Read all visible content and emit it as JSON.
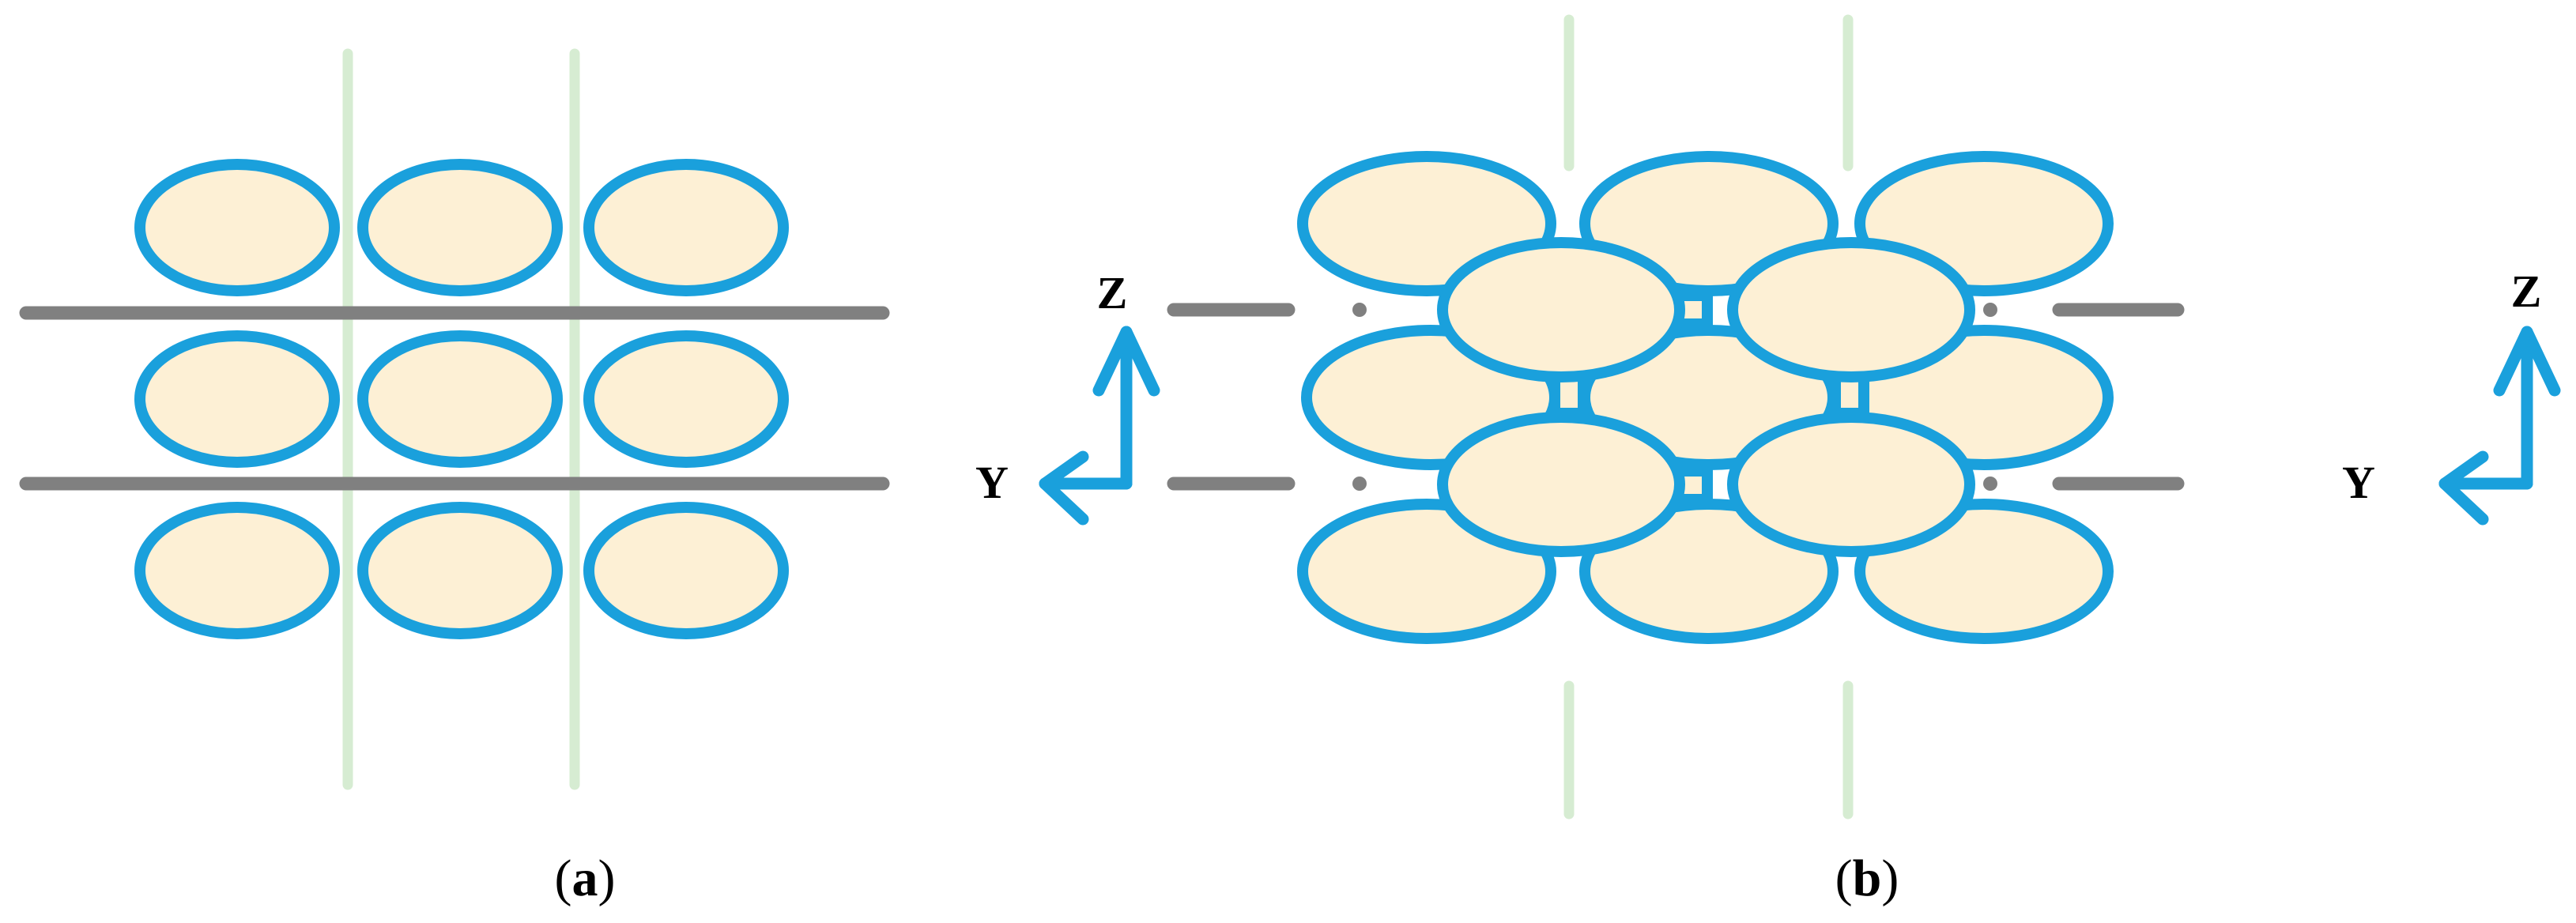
{
  "colors": {
    "fiber_fill": "#fdf0d5",
    "fiber_stroke": "#1aa0dc",
    "weft_yarn": "#808080",
    "warp_yarn": "#d6ecd2",
    "axis_arrow": "#1aa0dc"
  },
  "panels": [
    {
      "caption": {
        "open": "(",
        "letter": "a",
        "close": ")"
      },
      "axes": {
        "vertical": "Z",
        "horizontal": "Y"
      }
    },
    {
      "caption": {
        "open": "(",
        "letter": "b",
        "close": ")"
      },
      "axes": {
        "vertical": "Z",
        "horizontal": "Y"
      }
    }
  ]
}
